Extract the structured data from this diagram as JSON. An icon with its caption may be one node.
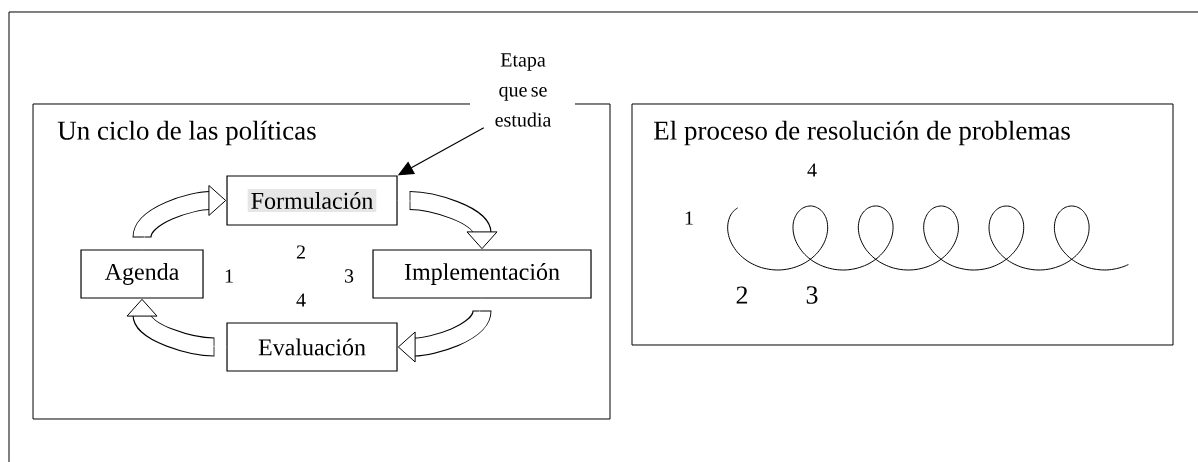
{
  "diagram": {
    "nodes": [
      {
        "text": [
          "Un ciclo de las políticas"
        ]
      },
      {
        "text": [
          "Formulación"
        ],
        "in": 0
      },
      {
        "text": [
          "Agenda"
        ],
        "in": 0
      },
      {
        "text": [
          "Implementación"
        ],
        "in": 0
      },
      {
        "text": [
          "Evaluación"
        ],
        "in": 0
      },
      {
        "text": [
          "Etapa que se estudia"
        ]
      },
      {
        "text": [
          "El proceso de resolución de problemas"
        ]
      }
    ],
    "edges": [
      {
        "from": 5,
        "to": 1,
        "arrow": "to",
        "color": "#000000"
      },
      {
        "from": 2,
        "to": 1,
        "arrow": "to"
      },
      {
        "from": 1,
        "to": 3,
        "arrow": "to"
      },
      {
        "from": 3,
        "to": 4,
        "arrow": "to"
      },
      {
        "from": 4,
        "to": 2,
        "arrow": "to"
      }
    ],
    "labels": [
      "2",
      "1",
      "3",
      "4",
      "4",
      "1",
      "2",
      "3"
    ]
  }
}
